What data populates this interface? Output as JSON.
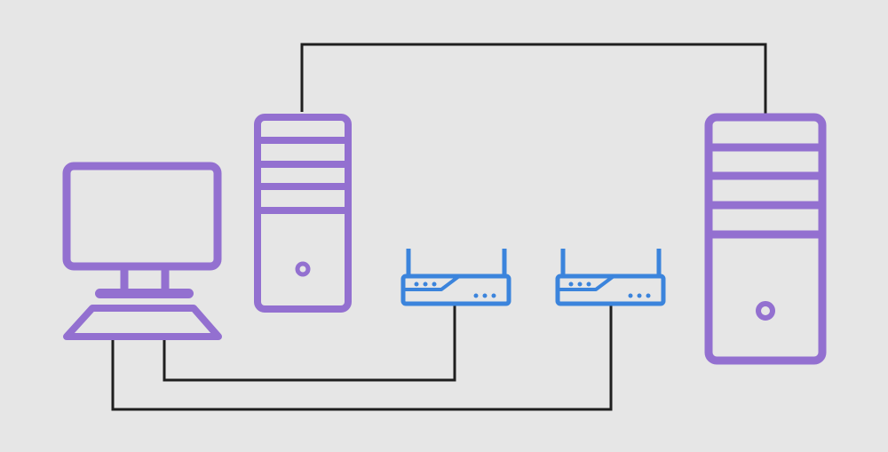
{
  "colors": {
    "background": "#e6e6e6",
    "device": "#9370d0",
    "router": "#3b84dc",
    "wire": "#1f1f1f"
  },
  "nodes": [
    {
      "id": "workstation",
      "icon": "desktop-computer-icon"
    },
    {
      "id": "tower-small",
      "icon": "server-tower-icon"
    },
    {
      "id": "router-left",
      "icon": "router-icon"
    },
    {
      "id": "router-right",
      "icon": "router-icon"
    },
    {
      "id": "tower-large",
      "icon": "server-tower-icon"
    }
  ],
  "links": [
    {
      "from": "tower-small",
      "to": "tower-large"
    },
    {
      "from": "workstation",
      "to": "router-left"
    },
    {
      "from": "workstation",
      "to": "router-right"
    }
  ]
}
